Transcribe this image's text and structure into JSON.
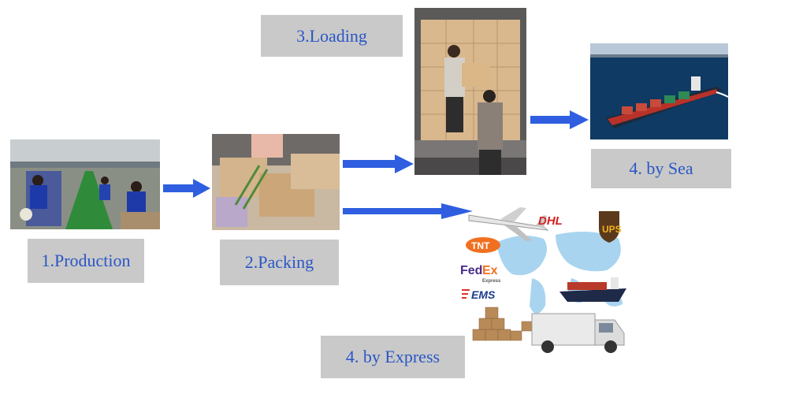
{
  "steps": {
    "production": "1.Production",
    "packing": "2.Packing",
    "loading": "3.Loading",
    "sea": "4. by Sea",
    "express": "4. by Express"
  },
  "logos": {
    "dhl": "DHL",
    "ups": "UPS",
    "tnt": "TNT",
    "fedex_fed": "Fed",
    "fedex_ex": "Ex",
    "fedex_sub": "Express",
    "ems": "EMS"
  },
  "colors": {
    "label_bg": "#c9c9c9",
    "label_text": "#2a56c6",
    "arrow": "#2f5fe0"
  },
  "icons": [
    "factory-photo",
    "packing-photo",
    "container-photo",
    "cargo-ship-photo",
    "world-map-icon",
    "airplane-icon",
    "truck-icon"
  ]
}
